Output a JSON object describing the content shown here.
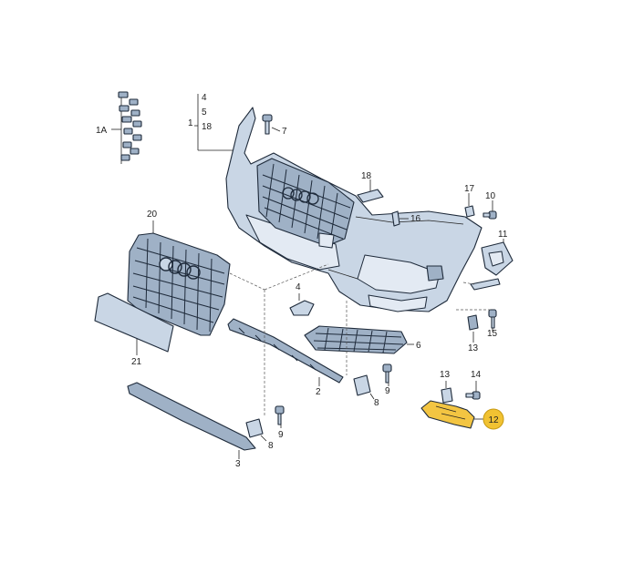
{
  "labels": {
    "l1": "1",
    "l1a": "1A",
    "l2": "2",
    "l3": "3",
    "l4_top": "4",
    "l4": "4",
    "l5": "5",
    "l6": "6",
    "l7": "7",
    "l8a": "8",
    "l8b": "8",
    "l9a": "9",
    "l9b": "9",
    "l10": "10",
    "l11": "11",
    "l12": "12",
    "l13a": "13",
    "l13b": "13",
    "l14": "14",
    "l15": "15",
    "l16": "16",
    "l17": "17",
    "l18_bracket": "18",
    "l18": "18",
    "l20": "20",
    "l21": "21"
  },
  "colors": {
    "part_fill": "#c9d6e5",
    "outline": "#1e2a3a",
    "highlight": "#f3c542",
    "badge": "#f1c232"
  }
}
